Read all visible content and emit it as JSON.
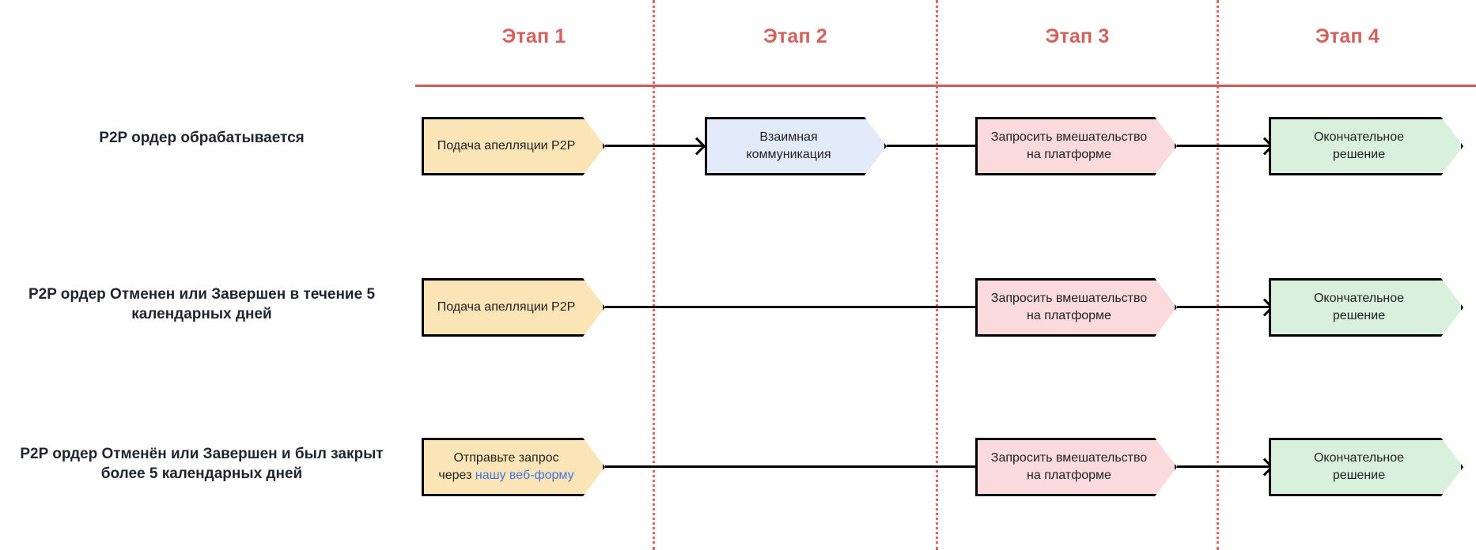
{
  "diagram": {
    "title": "P2P appeal process stages",
    "colors": {
      "stage_header": "#d4615c",
      "divider": "#e06666",
      "rule": "#cc5a55",
      "node_stroke": "#000000",
      "fill_yellow": "#fbe5b6",
      "fill_blue": "#e3eafa",
      "fill_pink": "#fadadd",
      "fill_green": "#d9f0dc",
      "link": "#4472e8",
      "label_text": "#1f2430"
    },
    "stages": [
      {
        "label": "Этап 1"
      },
      {
        "label": "Этап 2"
      },
      {
        "label": "Этап 3"
      },
      {
        "label": "Этап 4"
      }
    ],
    "rows": [
      {
        "label": "P2P ордер обрабатывается",
        "nodes": [
          {
            "stage": 1,
            "line1": "Подача апелляции P2P",
            "line2": "",
            "fill": "yellow"
          },
          {
            "stage": 2,
            "line1": "Взаимная",
            "line2": "коммуникация",
            "fill": "blue"
          },
          {
            "stage": 3,
            "line1": "Запросить вмешательство",
            "line2": "на платформе",
            "fill": "pink"
          },
          {
            "stage": 4,
            "line1": "Окончательное",
            "line2": "решение",
            "fill": "green"
          }
        ]
      },
      {
        "label": "P2P ордер Отменен или Завершен в течение 5 календарных дней",
        "nodes": [
          {
            "stage": 1,
            "line1": "Подача апелляции P2P",
            "line2": "",
            "fill": "yellow"
          },
          {
            "stage": 3,
            "line1": "Запросить вмешательство",
            "line2": "на платформе",
            "fill": "pink"
          },
          {
            "stage": 4,
            "line1": "Окончательное",
            "line2": "решение",
            "fill": "green"
          }
        ]
      },
      {
        "label": "P2P ордер Отменён или Завершен и был закрыт более 5 календарных дней",
        "nodes": [
          {
            "stage": 1,
            "line1": "Отправьте запрос",
            "line2_prefix": "через ",
            "link_text": "нашу веб-форму",
            "fill": "yellow"
          },
          {
            "stage": 3,
            "line1": "Запросить вмешательство",
            "line2": "на платформе",
            "fill": "pink"
          },
          {
            "stage": 4,
            "line1": "Окончательное",
            "line2": "решение",
            "fill": "green"
          }
        ]
      }
    ]
  }
}
